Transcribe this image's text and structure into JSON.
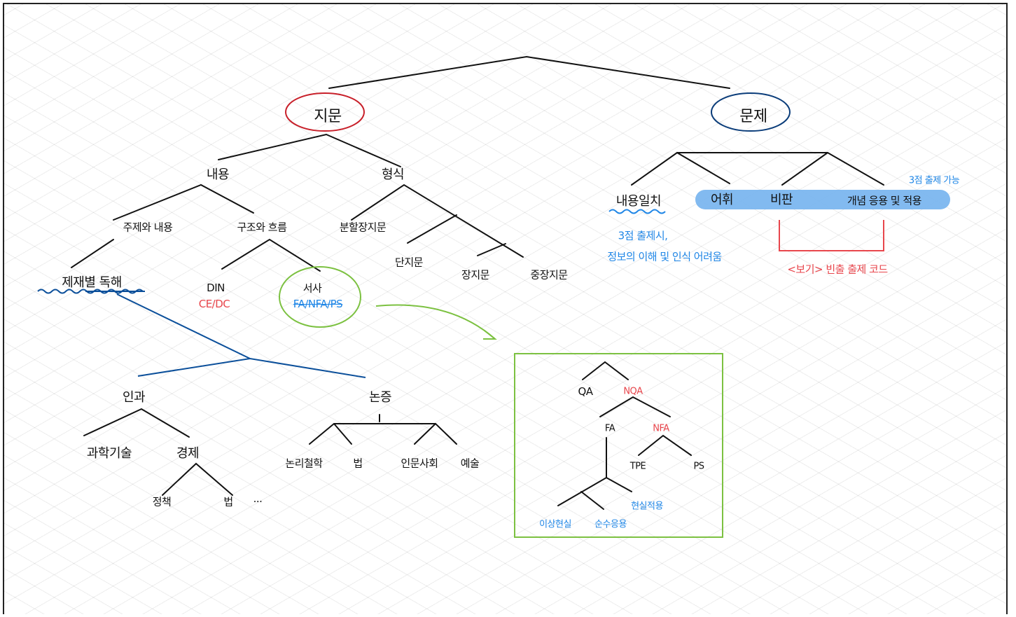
{
  "diagram": {
    "root_left": "지문",
    "root_right": "문제",
    "left": {
      "content": "내용",
      "format": "형식",
      "theme": "주제와 내용",
      "structure": "구조와 흐름",
      "topic_reading": "제재별 독해",
      "din": "DIN",
      "din_sub": "CE/DC",
      "narrative": "서사",
      "narrative_sub": "FA/NFA/PS",
      "split_passage": "분할장지문",
      "short": "단지문",
      "long": "장지문",
      "medium_long": "중장지문"
    },
    "right": {
      "content_match": "내용일치",
      "vocab": "어휘",
      "critique": "비판",
      "concept": "개념 응용 및 적용",
      "note_3set": "3점 출제 가능",
      "note_content_1": "3점 출제시,",
      "note_content_2": "정보의 이해 및 인식 어려움",
      "note_example": "<보기> 빈출 출제 코드"
    },
    "subject": {
      "humanities_science": "인과",
      "science_tech": "과학기술",
      "economy": "경제",
      "policy": "정책",
      "law_sub": "법",
      "ellipsis": "...",
      "argument": "논증",
      "logic_philosophy": "논리철학",
      "law": "법",
      "humanities_society": "인문사회",
      "art": "예술"
    },
    "inset": {
      "qa": "QA",
      "nqa": "NQA",
      "fa": "FA",
      "nfa": "NFA",
      "tpe": "TPE",
      "ps": "PS",
      "ideal_real": "이상현실",
      "pure_applied": "순수응용",
      "reality_practice": "현실적용"
    }
  }
}
